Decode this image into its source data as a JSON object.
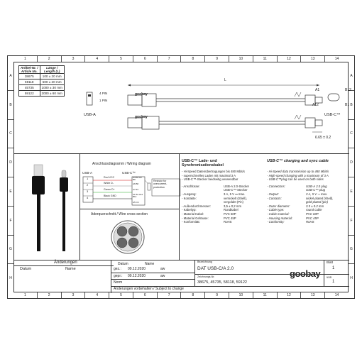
{
  "ruler": {
    "cols": [
      "1",
      "2",
      "3",
      "4",
      "5",
      "6",
      "7",
      "8",
      "9",
      "10",
      "11",
      "12",
      "13",
      "14"
    ],
    "rows_left": [
      "A",
      "B",
      "C",
      "D",
      "E",
      "F",
      "G",
      "H"
    ],
    "rows_right": [
      "A",
      "B",
      "C",
      "D",
      "E",
      "F",
      "G",
      "H"
    ]
  },
  "article_table": {
    "headers": [
      "Artikel-Nr. / Article No.",
      "Länge / Length (L)"
    ],
    "header_de": [
      "Artikel-Nr. /",
      "Länge /"
    ],
    "header_en": [
      "Article No.",
      "Length (L)"
    ],
    "rows": [
      [
        "38675",
        "100 ± 20 mm"
      ],
      [
        "59118",
        "500 ± 20 mm"
      ],
      [
        "45735",
        "1000 ± 30 mm"
      ],
      [
        "59122",
        "2000 ± 60 mm"
      ]
    ]
  },
  "drawing": {
    "pin4": "4 PIN",
    "pin1": "1 PIN",
    "usba": "USB-A",
    "usbc": "USB-C™",
    "length": "L",
    "a1": "A1",
    "a12": "A12",
    "b12": "B12",
    "b1": "B1",
    "dim": "6.65 ± 0.2",
    "logo": "goobay"
  },
  "wiring": {
    "title": "Anschlussdiagramm / Wiring diagram",
    "usba": "USB-A",
    "usbc": "USB-C™",
    "pins_a": [
      "1",
      "2",
      "3",
      "4"
    ],
    "wires": [
      "Red VCC",
      "White D-",
      "Green D+",
      "Black GND"
    ],
    "pins_c": [
      "A4 B4 A9 B9",
      "A6 B6",
      "A7 B7",
      "A1 B1 A12 B12",
      "A5 CC"
    ],
    "resistor": "Resistor for overcurrent-protection"
  },
  "cross_section": {
    "title": "Aderquerschnitt / Wire cross section"
  },
  "specs_de": {
    "title1": "USB-C™ Lade- und",
    "title2": "Synchronisationskabel",
    "bullets": [
      "- Hi-Speed Datenübertragungen bis 480 Mbit/s",
      "- superschnelles Laden mit maximal 3 A",
      "- USB-C™-Stecker beidseitig verwendbar"
    ],
    "rows": [
      [
        "- Anschlüsse:",
        "USB-A 2.0-Stecker"
      ],
      [
        "",
        "USB-C™-Stecker"
      ],
      [
        "- Ausgang:",
        "3 A, 5 V ⎓ max."
      ],
      [
        "- Kontakte:",
        "vernickelt (Shell),"
      ],
      [
        "",
        "vergoldet (Pin)"
      ],
      [
        "- Außendurchmesser:",
        "3,5 ± 0,2 mm"
      ],
      [
        "- Kabeltyp:",
        "Rundkabel"
      ],
      [
        "- Material Kabel:",
        "PVC 60P"
      ],
      [
        "- Material Gehäuse:",
        "PVC 45P"
      ],
      [
        "- Konformität:",
        "RoHS"
      ]
    ]
  },
  "specs_en": {
    "title": "USB-C™ charging and sync cable",
    "bullets": [
      "- Hi-Speed data transmission up to 480 Mbit/s",
      "- High-speed charging with a maximum of 3 A",
      "- USB-C™plug can be used on both sides"
    ],
    "rows": [
      [
        "- Connectors:",
        "USB-A 2.0 plug"
      ],
      [
        "",
        "USB-C™ plug"
      ],
      [
        "- Output:",
        "3 A, 5 V ⎓ max."
      ],
      [
        "- Contacts:",
        "nickel-plated (shell),"
      ],
      [
        "",
        "gold-plated (pin)"
      ],
      [
        "- Outer diameter:",
        "3.5 ± 0.2 mm"
      ],
      [
        "- Cable type:",
        "round cable"
      ],
      [
        "- Cable material:",
        "PVC 60P"
      ],
      [
        "- Housing material:",
        "PVC 45P"
      ],
      [
        "- Conformity:",
        "RoHS"
      ]
    ]
  },
  "title_block": {
    "changes": "Änderungen",
    "datum": "Datum",
    "name": "Name",
    "gez": "gez.:",
    "gepr": "gepr.:",
    "norm": "Norm",
    "date1": "09.12.2020",
    "date2": "09.12.2020",
    "name1": "aw",
    "name2": "aw",
    "footer": "Änderungen vorbehalten / Subject to change",
    "bezeichnung_label": "Bezeichnung",
    "bezeichnung": "DAT USB-C/A 2.0",
    "zeichnung_label": "Zeichnungs-Nr.",
    "zeichnung": "38675, 45735, 58118, 59122",
    "blatt_label": "Blatt",
    "blatt": "1",
    "von_label": "von",
    "von": "1",
    "logo": "goobay"
  }
}
